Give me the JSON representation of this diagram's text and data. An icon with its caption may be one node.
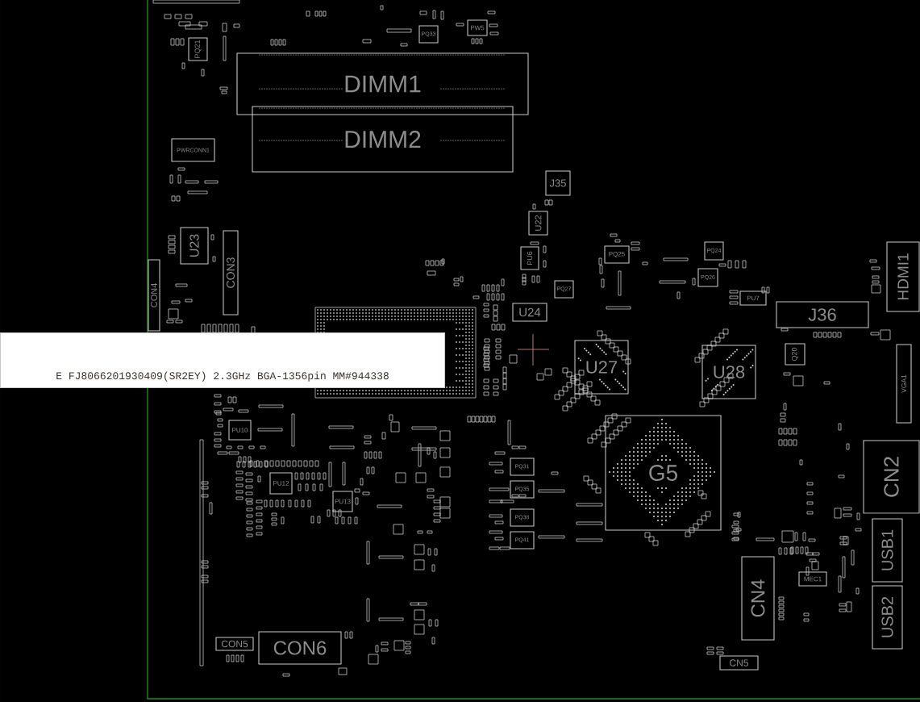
{
  "diagram": {
    "nodes": [
      {
        "text": [
          "PQ21"
        ]
      },
      {
        "text": [
          "PQ33"
        ]
      },
      {
        "text": [
          "PW5"
        ]
      },
      {
        "text": [
          "DIMM1"
        ]
      },
      {
        "text": [
          "DIMM2"
        ]
      },
      {
        "text": [
          "PWRCONN1"
        ]
      },
      {
        "text": [
          "J35"
        ]
      },
      {
        "text": [
          "U22"
        ]
      },
      {
        "text": [
          "U23"
        ]
      },
      {
        "text": [
          "CON3"
        ]
      },
      {
        "text": [
          "PU6"
        ]
      },
      {
        "text": [
          "PQ25"
        ]
      },
      {
        "text": [
          "PQ24"
        ]
      },
      {
        "text": [
          "HDMI1"
        ]
      },
      {
        "text": [
          "PQ26"
        ]
      },
      {
        "text": [
          "PQ27"
        ]
      },
      {
        "text": [
          "PU7"
        ]
      },
      {
        "text": [
          "CON4"
        ]
      },
      {
        "text": [
          "U24"
        ]
      },
      {
        "text": [
          "J36"
        ]
      },
      {
        "text": [
          "U27"
        ]
      },
      {
        "text": [
          "U28"
        ]
      },
      {
        "text": [
          "Q20"
        ]
      },
      {
        "text": [
          "VGA1"
        ]
      },
      {
        "text": [
          "G5"
        ]
      },
      {
        "text": [
          "PU10"
        ]
      },
      {
        "text": [
          "CN2"
        ]
      },
      {
        "text": [
          "PQ31"
        ]
      },
      {
        "text": [
          "PU12"
        ]
      },
      {
        "text": [
          "PQ35"
        ]
      },
      {
        "text": [
          "PU13"
        ]
      },
      {
        "text": [
          "PQ38"
        ]
      },
      {
        "text": [
          "PQ41"
        ]
      },
      {
        "text": [
          "USB1"
        ]
      },
      {
        "text": [
          "CN4"
        ]
      },
      {
        "text": [
          "MEC1"
        ]
      },
      {
        "text": [
          "USB2"
        ]
      },
      {
        "text": [
          "CON5"
        ]
      },
      {
        "text": [
          "CON6"
        ]
      },
      {
        "text": [
          "CN5"
        ]
      }
    ],
    "labels": [
      "E FJ8066201930409(SR2EY) 2.3GHz BGA-1356pin MM#944338"
    ]
  }
}
